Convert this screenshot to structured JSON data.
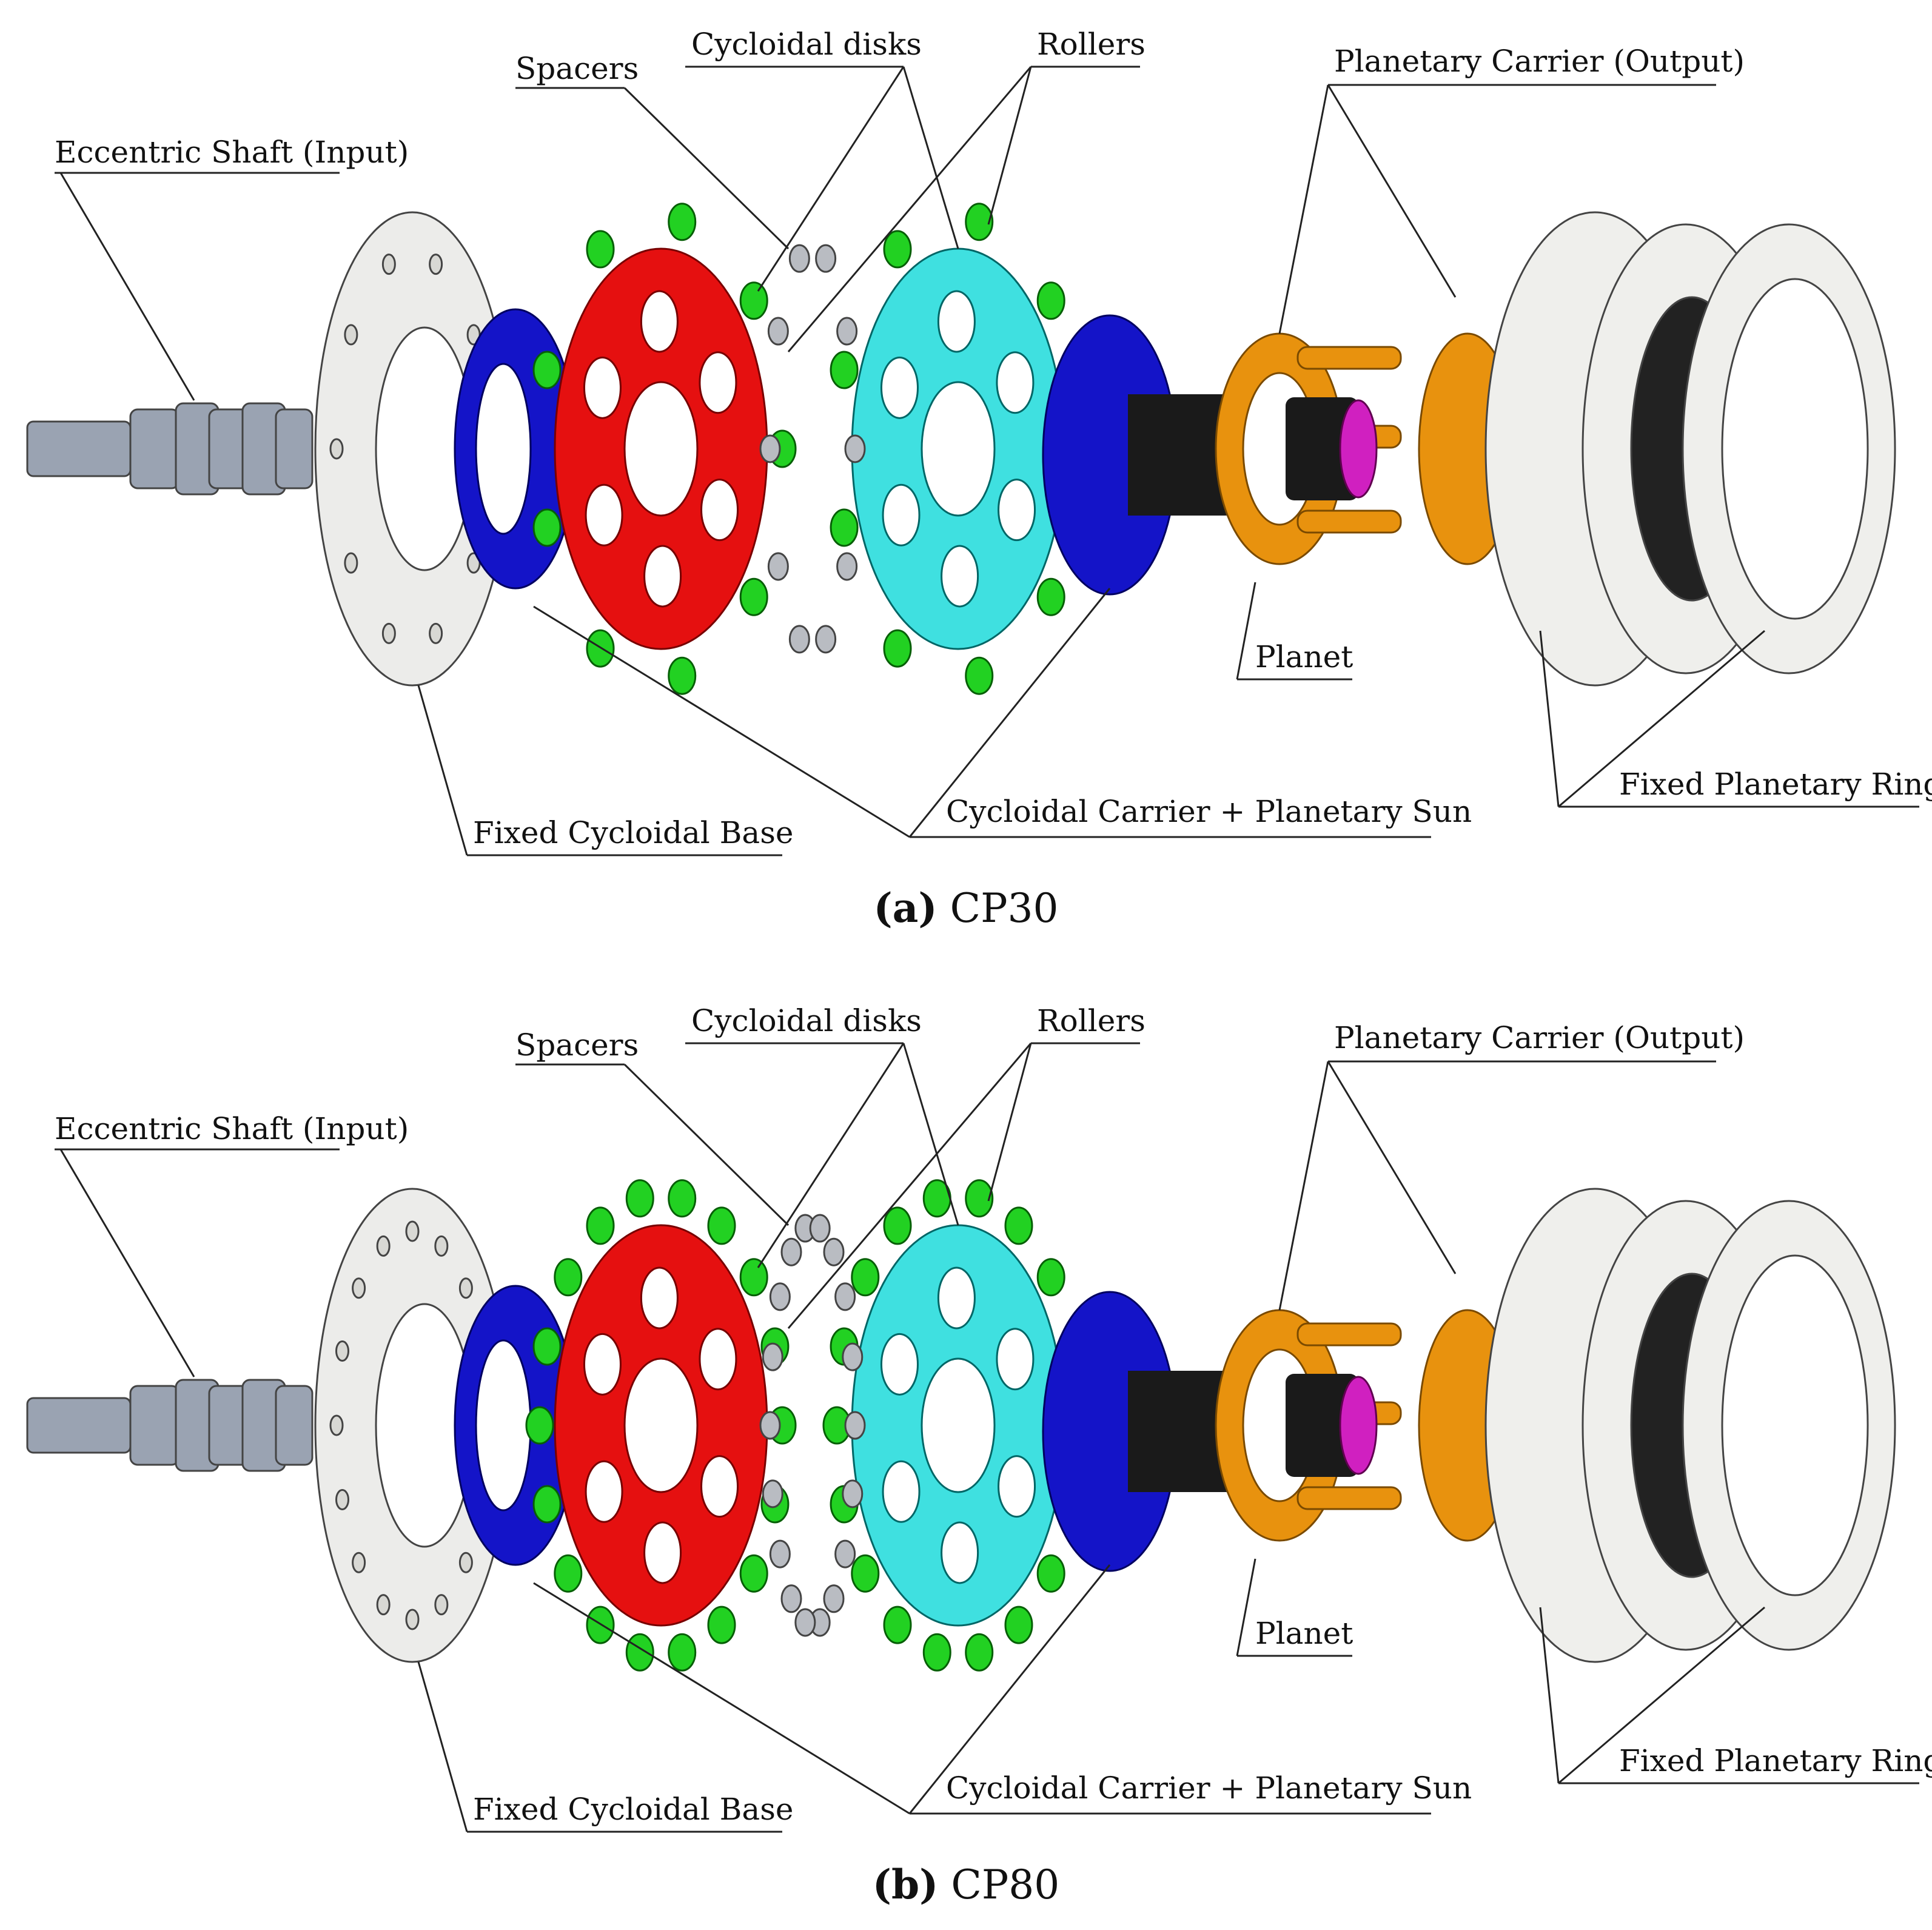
{
  "colors": {
    "shaft": "#9aa3b2",
    "base": "#ececea",
    "carrier": "#1414c8",
    "disk_red": "#e51010",
    "disk_cyan": "#3fe0e0",
    "roller": "#22d122",
    "spacer": "#b9bcc2",
    "planetary_carrier": "#e8920e",
    "planet": "#1a1a1a",
    "planet_hub": "#d020c0",
    "ring": "#efefec"
  },
  "panels": [
    {
      "caption_tag": "(a)",
      "caption_text": "CP30",
      "labels": {
        "eccentric_shaft": "Eccentric Shaft (Input)",
        "spacers": "Spacers",
        "cycloidal_disks": "Cycloidal disks",
        "rollers": "Rollers",
        "planetary_carrier": "Planetary Carrier (Output)",
        "planet": "Planet",
        "fixed_planetary_ring": "Fixed Planetary Ring",
        "cycloidal_carrier_sun": "Cycloidal Carrier + Planetary Sun",
        "fixed_cycloidal_base": "Fixed Cycloidal Base"
      }
    },
    {
      "caption_tag": "(b)",
      "caption_text": "CP80",
      "labels": {
        "eccentric_shaft": "Eccentric Shaft (Input)",
        "spacers": "Spacers",
        "cycloidal_disks": "Cycloidal disks",
        "rollers": "Rollers",
        "planetary_carrier": "Planetary Carrier (Output)",
        "planet": "Planet",
        "fixed_planetary_ring": "Fixed Planetary Ring",
        "cycloidal_carrier_sun": "Cycloidal Carrier + Planetary Sun",
        "fixed_cycloidal_base": "Fixed Cycloidal Base"
      }
    }
  ]
}
